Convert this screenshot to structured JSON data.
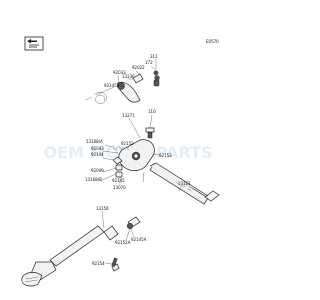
{
  "diagram": {
    "figure_code": "E0570",
    "watermark": "OEM MOTORPARTS",
    "part_numbers": {
      "p311": "311",
      "p172": "172",
      "p92022": "92022",
      "p13236": "13236",
      "p92033": "92033",
      "p92145b": "92145B",
      "p13271": "13271",
      "p110": "110",
      "p13168a": "13168/A",
      "p92043": "92043",
      "p92144": "92144",
      "p92152": "92152",
      "p92153": "92153",
      "p92049": "92049",
      "p13168b": "13168/B",
      "p92145": "92145",
      "p13070": "13070",
      "p13161": "13161",
      "p13156": "13156",
      "p92145a": "92145A",
      "p92152a": "92152A",
      "p92154": "92154"
    }
  }
}
